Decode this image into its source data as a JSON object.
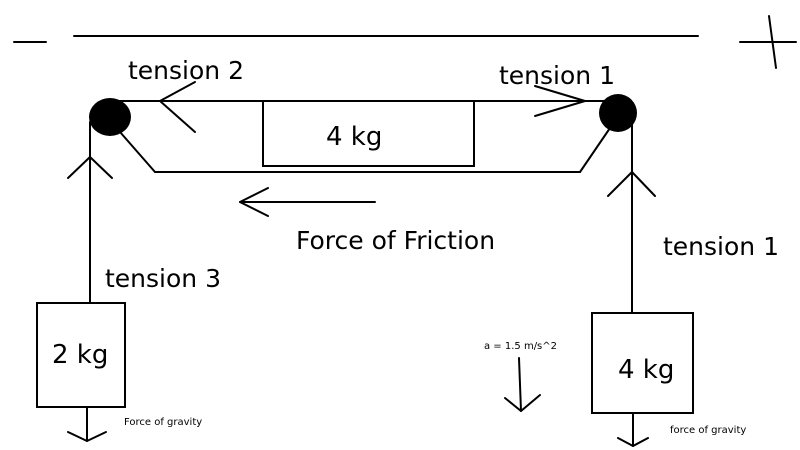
{
  "signs": {
    "negative": "−",
    "positive": "+"
  },
  "labels": {
    "tension_2": "tension 2",
    "tension_1_top": "tension 1",
    "tension_1_right": "tension 1",
    "tension_3": "tension 3",
    "force_of_friction": "Force of Friction",
    "force_of_gravity_left": "Force of gravity",
    "force_of_gravity_right": "force of gravity",
    "acceleration": "a = 1.5 m/s^2"
  },
  "masses": {
    "table_block": "4 kg",
    "left_hanging": "2 kg",
    "right_hanging": "4 kg"
  }
}
